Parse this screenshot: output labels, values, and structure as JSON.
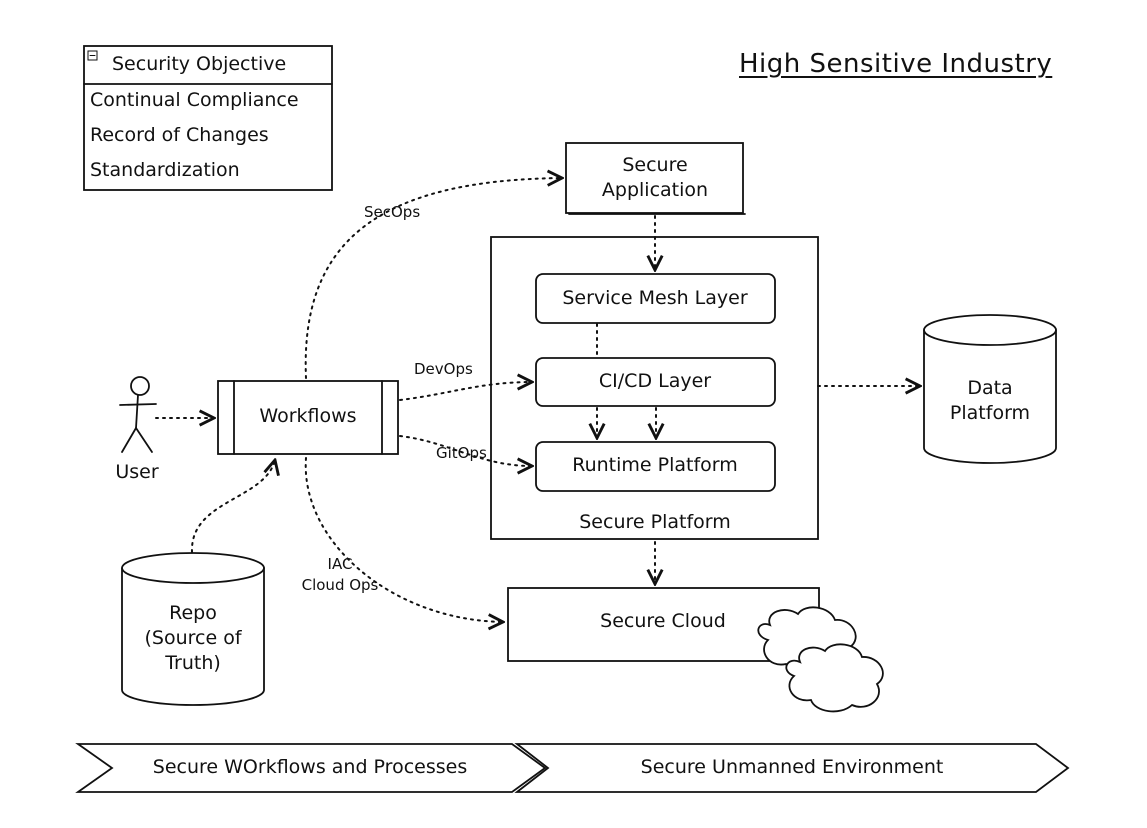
{
  "title": "High Sensitive Industry",
  "objectives": {
    "collapse_icon": "minus-box-icon",
    "header": "Security Objective",
    "items": [
      "Continual Compliance",
      "Record of Changes",
      "Standardization"
    ]
  },
  "actors": {
    "user": "User"
  },
  "nodes": {
    "workflows": "Workflows",
    "secure_application_line1": "Secure",
    "secure_application_line2": "Application",
    "service_mesh": "Service Mesh Layer",
    "cicd": "CI/CD Layer",
    "runtime": "Runtime Platform",
    "secure_platform": "Secure Platform",
    "data_platform_line1": "Data",
    "data_platform_line2": "Platform",
    "repo_line1": "Repo",
    "repo_line2": "(Source of",
    "repo_line3": "Truth)",
    "secure_cloud": "Secure Cloud"
  },
  "edges": {
    "secops": "SecOps",
    "devops": "DevOps",
    "gitops": "GitOps",
    "iac": "IAC",
    "cloud_ops": "Cloud Ops"
  },
  "banners": {
    "left": "Secure WOrkflows and Processes",
    "right": "Secure Unmanned Environment"
  },
  "colors": {
    "ink": "#111111",
    "background": "#ffffff"
  }
}
